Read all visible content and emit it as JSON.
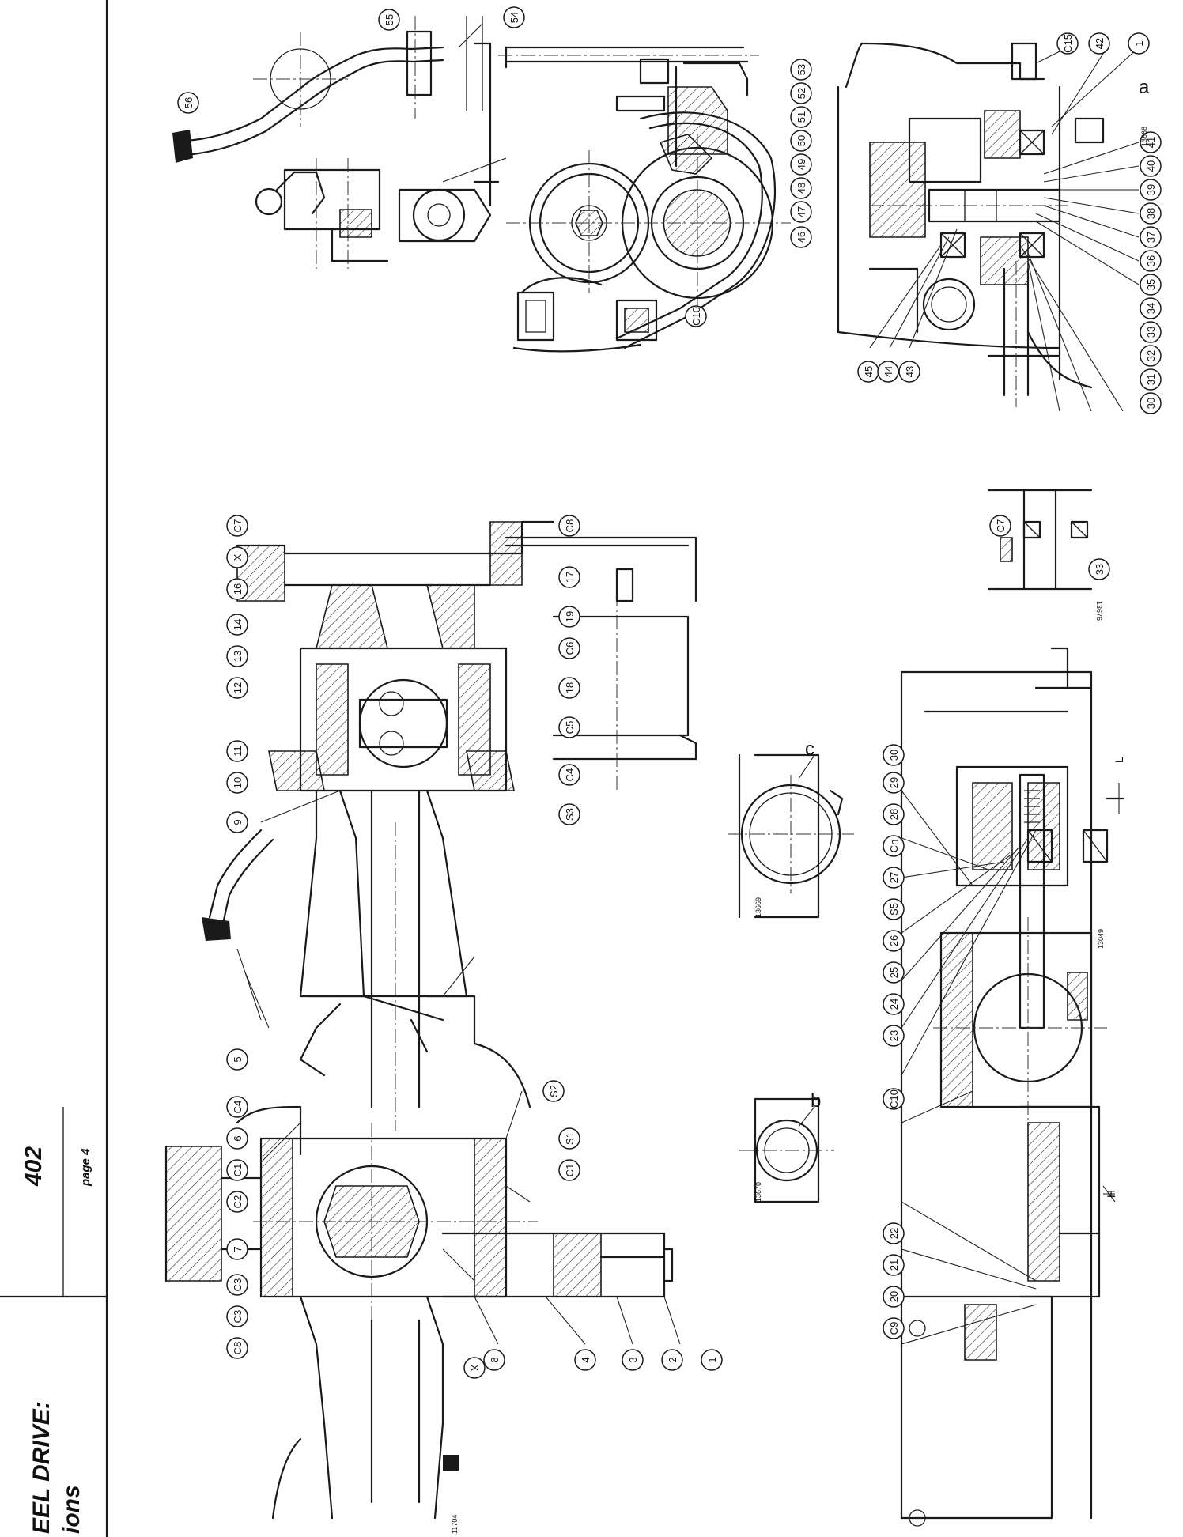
{
  "header": {
    "model": "402",
    "page": "page 4",
    "title_line1": "EEL DRIVE:",
    "title_line2": "ions"
  },
  "figure_numbers": {
    "top": "13668",
    "middle": "13676",
    "diagram_c": "13669",
    "diagram_b": "13670",
    "bottom_right": "13049",
    "main_axle": "11704"
  },
  "view_letters": {
    "a": "a",
    "b": "b",
    "c": "c"
  },
  "callouts": {
    "top": [
      "56",
      "55",
      "54",
      "53",
      "52",
      "51",
      "50",
      "49",
      "48",
      "47",
      "C10",
      "46",
      "45",
      "44",
      "43",
      "42",
      "C15",
      "1",
      "41",
      "40",
      "39",
      "38",
      "37",
      "36",
      "35",
      "34",
      "33",
      "32",
      "31",
      "30"
    ],
    "middle_right": [
      "C7",
      "X",
      "16",
      "14",
      "13",
      "12",
      "11",
      "10",
      "9",
      "C8",
      "17",
      "19",
      "C6",
      "18",
      "C5",
      "C4",
      "S3",
      "C7",
      "33"
    ],
    "main_left": [
      "5",
      "C4",
      "6",
      "C1",
      "C2",
      "7",
      "C3",
      "C3",
      "C8",
      "X",
      "8",
      "4",
      "3",
      "2",
      "1",
      "S2",
      "S1",
      "C1"
    ],
    "bottom_right": [
      "30",
      "29",
      "28",
      "Cn",
      "27",
      "S5",
      "26",
      "25",
      "24",
      "23",
      "C10",
      "22",
      "21",
      "20",
      "C9"
    ]
  },
  "dimension_labels": {
    "L": "L",
    "H": "H"
  }
}
